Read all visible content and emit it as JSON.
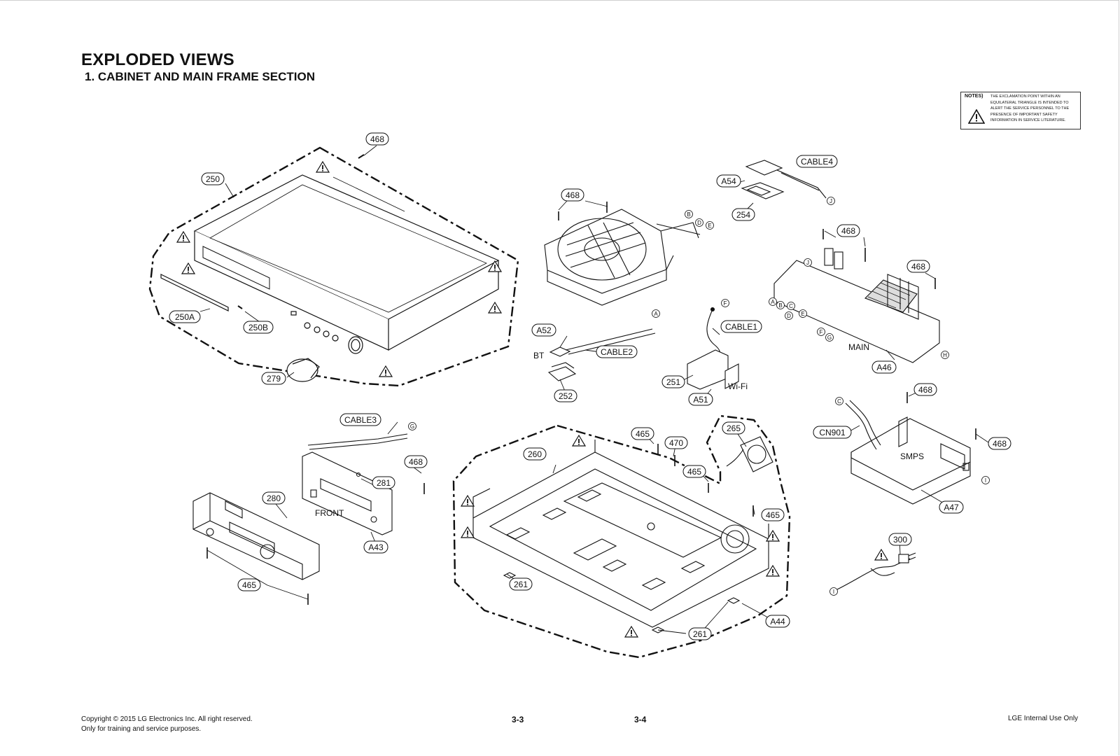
{
  "header": {
    "title": "EXPLODED VIEWS",
    "subtitle": "1. CABINET AND MAIN FRAME SECTION"
  },
  "notes": {
    "label": "NOTES)",
    "text": "THE EXCLAMATION POINT WITHIN AN EQUILATERAL TRIANGLE IS INTENDED TO ALERT THE SERVICE PERSONNEL TO THE PRESENCE OF IMPORTANT SAFETY INFORMATION IN SERVICE LITERATURE.",
    "icon": "warning-triangle-icon"
  },
  "callouts": {
    "c468_a": "468",
    "c250": "250",
    "c250a": "250A",
    "c250b": "250B",
    "c279": "279",
    "c468_b": "468",
    "c_cable4": "CABLE4",
    "c_a54": "A54",
    "c254": "254",
    "c468_c": "468",
    "c468_d": "468",
    "c_a46": "A46",
    "c_a52": "A52",
    "c_cable2": "CABLE2",
    "c252": "252",
    "c_cable1": "CABLE1",
    "c251": "251",
    "c_a51": "A51",
    "c_cable3": "CABLE3",
    "c468_e": "468",
    "c281": "281",
    "c280": "280",
    "c_a43": "A43",
    "c465_a": "465",
    "c465_b": "465",
    "c470": "470",
    "c260": "260",
    "c265": "265",
    "c465_c": "465",
    "c465_d": "465",
    "c261_a": "261",
    "c261_b": "261",
    "c_a44": "A44",
    "c468_f": "468",
    "c_cn901": "CN901",
    "c468_g": "468",
    "c_a47": "A47",
    "c300": "300"
  },
  "connectors": {
    "k_b1": "B",
    "k_d1": "D",
    "k_e1": "E",
    "k_j1": "J",
    "k_a1": "A",
    "k_f1": "F",
    "k_g1": "G",
    "k_j2": "J",
    "k_a2": "A",
    "k_b2": "B",
    "k_c2": "C",
    "k_d2": "D",
    "k_e2": "E",
    "k_f2": "F",
    "k_g2": "G",
    "k_h2": "H",
    "k_c3": "C",
    "k_i3": "I",
    "k_i4": "I"
  },
  "labels": {
    "bt": "BT",
    "wifi": "Wi-Fi",
    "main": "MAIN",
    "front": "FRONT",
    "smps": "SMPS"
  },
  "warning_icon": "warning-triangle-icon",
  "footer": {
    "copyright": "Copyright © 2015 LG Electronics Inc. All right reserved.",
    "training": "Only for training and service purposes.",
    "page_left": "3-3",
    "page_right": "3-4",
    "internal": "LGE Internal Use Only"
  }
}
